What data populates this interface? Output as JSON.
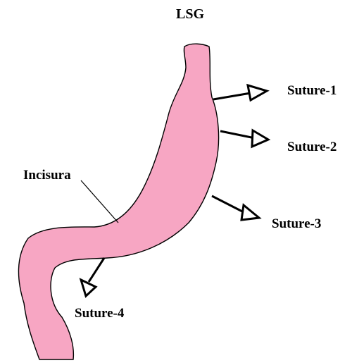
{
  "title": "LSG",
  "labels": {
    "suture_1": "Suture-1",
    "suture_2": "Suture-2",
    "suture_3": "Suture-3",
    "suture_4": "Suture-4",
    "incisura": "Incisura"
  },
  "colors": {
    "stomach_fill": "#f7a6c3",
    "stomach_outline": "#000000",
    "arrow": "#000000",
    "background": "#ffffff"
  }
}
